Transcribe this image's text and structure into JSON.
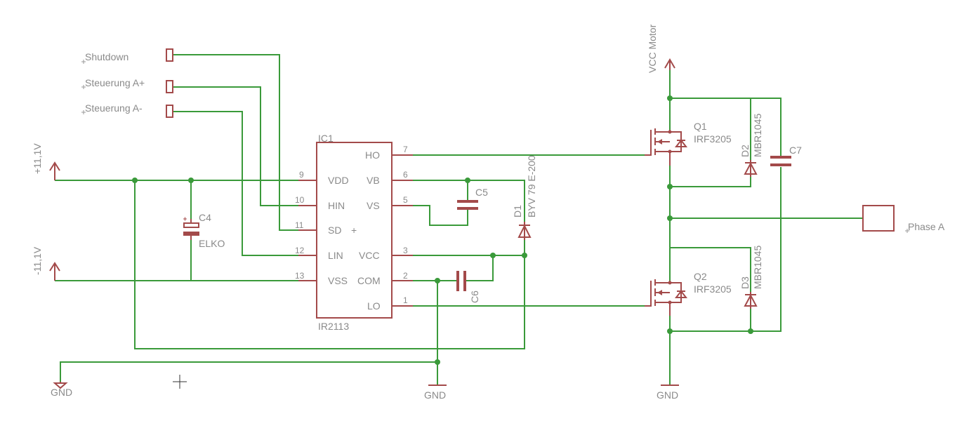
{
  "schematic": {
    "ports": {
      "shutdown": "Shutdown",
      "steuerung_a_plus": "Steuerung A+",
      "steuerung_a_minus": "Steuerung A-",
      "phase_a": "Phase A"
    },
    "supplies": {
      "plus_11v": "+11,1V",
      "minus_11v": "-11,1V",
      "vcc_motor": "VCC Motor",
      "gnd": "GND"
    },
    "ic1": {
      "ref": "IC1",
      "part": "IR2113",
      "plus_mark": "+",
      "pins_left": [
        {
          "num": "9",
          "name": "VDD"
        },
        {
          "num": "10",
          "name": "HIN"
        },
        {
          "num": "11",
          "name": "SD"
        },
        {
          "num": "12",
          "name": "LIN"
        },
        {
          "num": "13",
          "name": "VSS"
        }
      ],
      "pins_right": [
        {
          "num": "7",
          "name": "HO"
        },
        {
          "num": "6",
          "name": "VB"
        },
        {
          "num": "5",
          "name": "VS"
        },
        {
          "num": "3",
          "name": "VCC"
        },
        {
          "num": "2",
          "name": "COM"
        },
        {
          "num": "1",
          "name": "LO"
        }
      ]
    },
    "c4": {
      "ref": "C4",
      "value": "ELKO"
    },
    "c5": {
      "ref": "C5"
    },
    "c6": {
      "ref": "C6"
    },
    "c7": {
      "ref": "C7"
    },
    "d1": {
      "ref": "D1",
      "value": "BYV 79 E-200"
    },
    "d2": {
      "ref": "D2",
      "value": "MBR1045"
    },
    "d3": {
      "ref": "D3",
      "value": "MBR1045"
    },
    "q1": {
      "ref": "Q1",
      "value": "IRF3205"
    },
    "q2": {
      "ref": "Q2",
      "value": "IRF3205"
    }
  }
}
